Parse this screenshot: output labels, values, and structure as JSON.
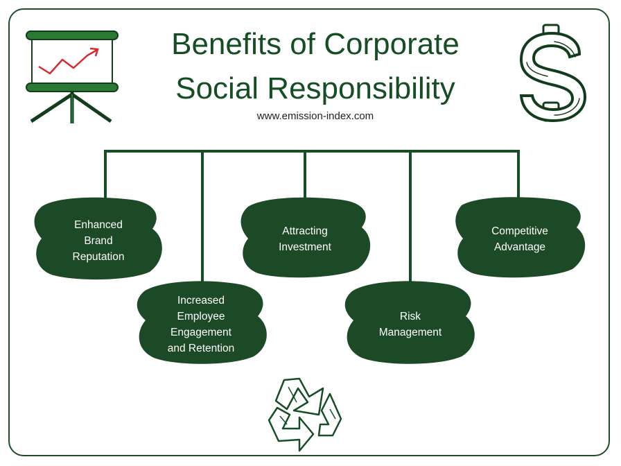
{
  "header": {
    "title_line1": "Benefits of Corporate",
    "title_line2": "Social Responsibility",
    "url": "www.emission-index.com"
  },
  "colors": {
    "dark_green": "#154d24",
    "blob_green": "#1c4a26",
    "chart_red": "#d62a2a"
  },
  "icons": [
    "presentation-board-icon",
    "dollar-sign-icon",
    "recycle-icon"
  ],
  "benefits": [
    {
      "lines": [
        "Enhanced",
        "Brand",
        "Reputation"
      ]
    },
    {
      "lines": [
        "Increased",
        "Employee",
        "Engagement",
        "and Retention"
      ]
    },
    {
      "lines": [
        "Attracting",
        "Investment"
      ]
    },
    {
      "lines": [
        "Risk",
        "Management"
      ]
    },
    {
      "lines": [
        "Competitive",
        "Advantage"
      ]
    }
  ]
}
